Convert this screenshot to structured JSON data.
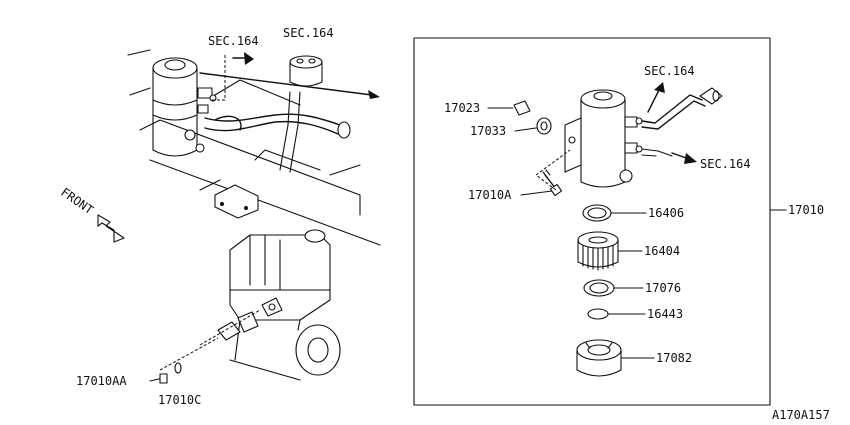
{
  "drawing_code": "A170A157",
  "labels": {
    "sec_a": "SEC.164",
    "sec_b": "SEC.164",
    "sec_c": "SEC.164",
    "sec_d": "SEC.164",
    "front": "FRONT",
    "p17023": "17023",
    "p17033": "17033",
    "p17010A": "17010A",
    "p16406": "16406",
    "p17010": "17010",
    "p16404": "16404",
    "p17076": "17076",
    "p16443": "16443",
    "p17082": "17082",
    "p17010AA": "17010AA",
    "p17010C": "17010C"
  }
}
